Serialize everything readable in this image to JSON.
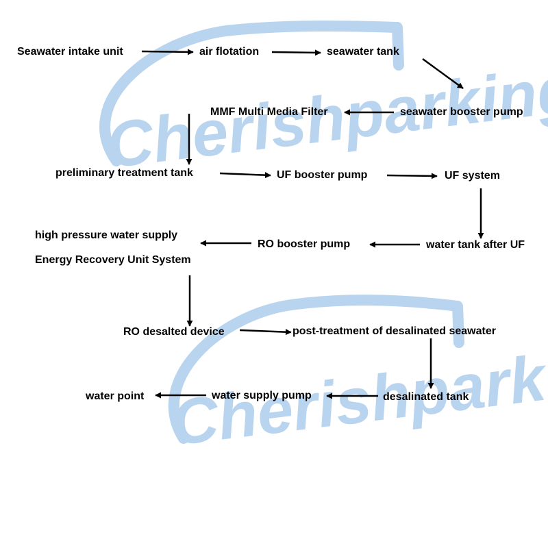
{
  "colors": {
    "text": "#000000",
    "arrow": "#000000",
    "watermark": "#b9d4ee"
  },
  "watermark": {
    "text": "Cherishparking",
    "logo_kind": "watermark"
  },
  "nodes": [
    {
      "id": "seawater-intake-unit",
      "label": "Seawater intake unit"
    },
    {
      "id": "air-flotation",
      "label": "air flotation"
    },
    {
      "id": "seawater-tank",
      "label": "seawater tank"
    },
    {
      "id": "seawater-booster-pump",
      "label": "seawater booster pump"
    },
    {
      "id": "mmf-filter",
      "label": "MMF Multi Media Filter"
    },
    {
      "id": "preliminary-treatment-tank",
      "label": "preliminary treatment tank"
    },
    {
      "id": "uf-booster-pump",
      "label": "UF booster pump"
    },
    {
      "id": "uf-system",
      "label": "UF system"
    },
    {
      "id": "water-tank-after-uf",
      "label": "water tank after UF"
    },
    {
      "id": "ro-booster-pump",
      "label": "RO booster pump"
    },
    {
      "id": "high-pressure-supply",
      "label": "high pressure water supply"
    },
    {
      "id": "energy-recovery",
      "label": "Energy Recovery Unit System"
    },
    {
      "id": "ro-desalted-device",
      "label": "RO desalted device"
    },
    {
      "id": "post-treatment",
      "label": "post-treatment of desalinated seawater"
    },
    {
      "id": "desalinated-tank",
      "label": "desalinated tank"
    },
    {
      "id": "water-supply-pump",
      "label": "water supply pump"
    },
    {
      "id": "water-point",
      "label": "water point"
    }
  ],
  "edges": [
    {
      "from": "seawater-intake-unit",
      "to": "air-flotation"
    },
    {
      "from": "air-flotation",
      "to": "seawater-tank"
    },
    {
      "from": "seawater-tank",
      "to": "seawater-booster-pump"
    },
    {
      "from": "seawater-booster-pump",
      "to": "mmf-filter"
    },
    {
      "from": "mmf-filter",
      "to": "preliminary-treatment-tank"
    },
    {
      "from": "preliminary-treatment-tank",
      "to": "uf-booster-pump"
    },
    {
      "from": "uf-booster-pump",
      "to": "uf-system"
    },
    {
      "from": "uf-system",
      "to": "water-tank-after-uf"
    },
    {
      "from": "water-tank-after-uf",
      "to": "ro-booster-pump"
    },
    {
      "from": "ro-booster-pump",
      "to": "high-pressure-supply"
    },
    {
      "from": "energy-recovery",
      "to": "ro-desalted-device"
    },
    {
      "from": "ro-desalted-device",
      "to": "post-treatment"
    },
    {
      "from": "post-treatment",
      "to": "desalinated-tank"
    },
    {
      "from": "desalinated-tank",
      "to": "water-supply-pump"
    },
    {
      "from": "water-supply-pump",
      "to": "water-point"
    }
  ]
}
